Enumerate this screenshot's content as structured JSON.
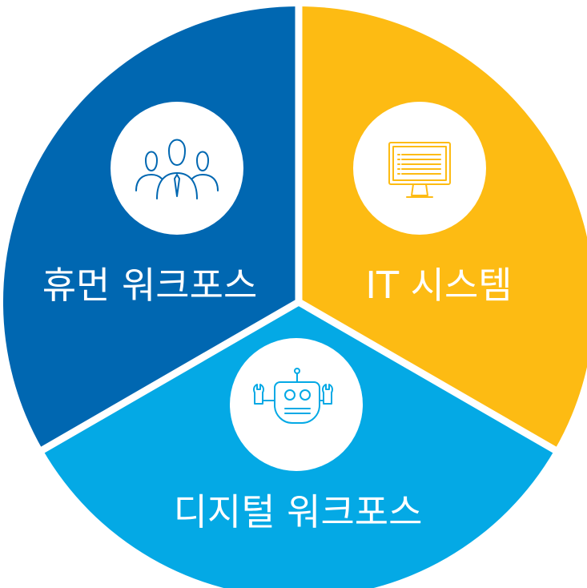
{
  "segments": [
    {
      "id": "human-workforce",
      "label": "휴먼 워크포스",
      "color": "#0067b1",
      "icon": "people-group-icon"
    },
    {
      "id": "it-system",
      "label": "IT 시스템",
      "color": "#fdbb13",
      "icon": "computer-monitor-icon"
    },
    {
      "id": "digital-workforce",
      "label": "디지털 워크포스",
      "color": "#04a9e5",
      "icon": "robot-icon"
    }
  ],
  "icon_circle_color": "#ffffff"
}
